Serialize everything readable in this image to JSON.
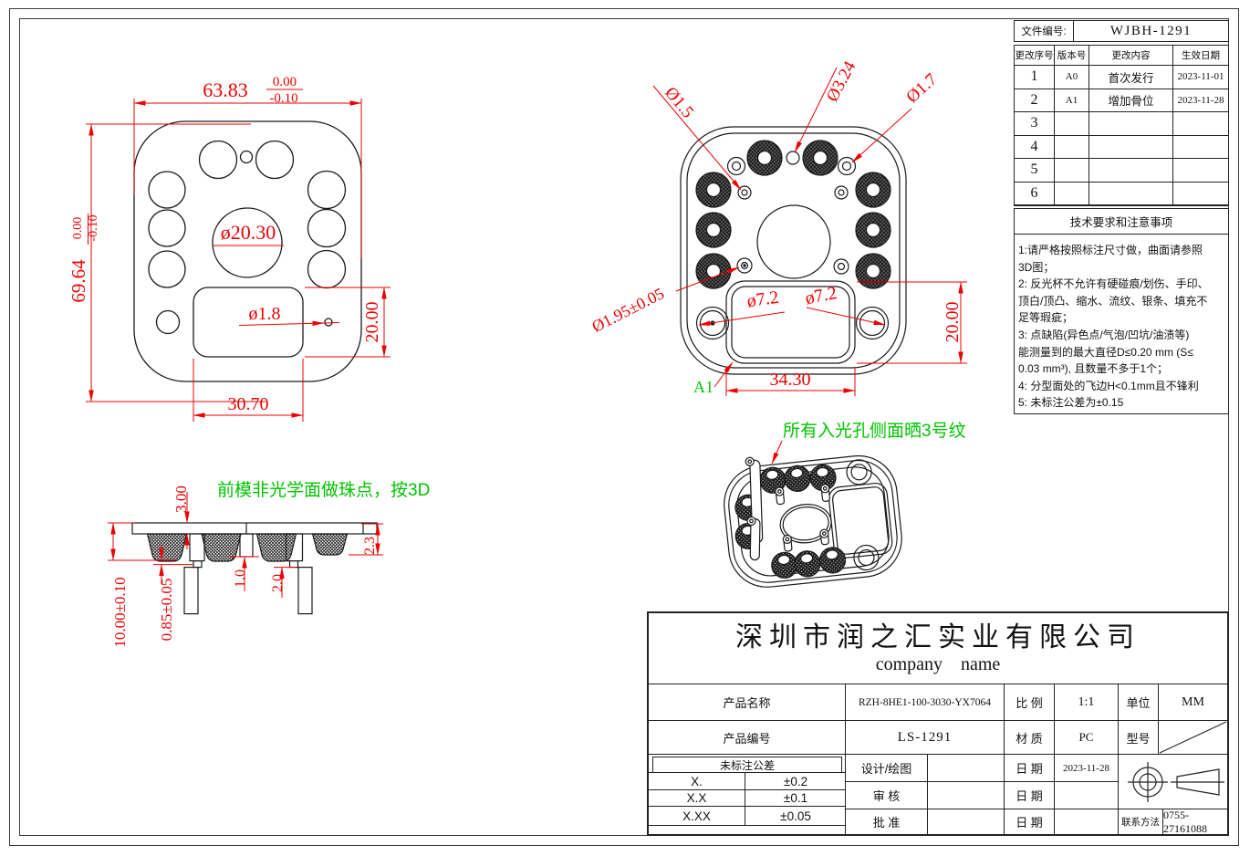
{
  "colors": {
    "line": "#1a1a1a",
    "dimension_red": "#ec0000",
    "annotation_green": "#00c400"
  },
  "doc": {
    "file_label": "文件编号:",
    "file_number": "WJBH-1291",
    "rev": {
      "headers": [
        "更改序号",
        "版本号",
        "更改内容",
        "生效日期"
      ],
      "rows": [
        {
          "no": "1",
          "ver": "A0",
          "content": "首次发行",
          "date": "2023-11-01"
        },
        {
          "no": "2",
          "ver": "A1",
          "content": "增加骨位",
          "date": "2023-11-28"
        },
        {
          "no": "3",
          "ver": "",
          "content": "",
          "date": ""
        },
        {
          "no": "4",
          "ver": "",
          "content": "",
          "date": ""
        },
        {
          "no": "5",
          "ver": "",
          "content": "",
          "date": ""
        },
        {
          "no": "6",
          "ver": "",
          "content": "",
          "date": ""
        }
      ]
    },
    "tech": {
      "title": "技术要求和注意事项",
      "notes": "1:请严格按照标注尺寸做，曲面请参照\n3D图；\n2: 反光杯不允许有硬碰痕/划伤、手印、\n顶白/顶凸、缩水、流纹、银条、填充不\n足等瑕疵；\n3: 点缺陷(异色点/气泡/凹坑/油渍等)\n能测量到的最大直径D≤0.20 mm (S≤\n0.03 mm³),  且数量不多于1个；\n4: 分型面处的飞边H<0.1mm且不锋利\n5: 未标注公差为±0.15"
    }
  },
  "title_block": {
    "company_cn": "深圳市润之汇实业有限公司",
    "company_en": "company    name",
    "product_name_label": "产品名称",
    "product_name": "RZH-8HE1-100-3030-YX7064",
    "scale_label": "比 例",
    "scale": "1:1",
    "unit_label": "单位",
    "unit": "MM",
    "product_no_label": "产品编号",
    "product_no": "LS-1291",
    "material_label": "材 质",
    "material": "PC",
    "model_label": "型号",
    "tol_title": "未标注公差",
    "tol_rows": [
      {
        "k": "X.",
        "v": "±0.2"
      },
      {
        "k": "X.X",
        "v": "±0.1"
      },
      {
        "k": "X.XX",
        "v": "±0.05"
      }
    ],
    "design_label": "设计/绘图",
    "check_label": "审 核",
    "approve_label": "批 准",
    "date_label": "日 期",
    "design_date": "2023-11-28",
    "contact_label": "联系方法",
    "contact": "0755-27161088"
  },
  "annotations": {
    "front_mold": "前模非光学面做珠点，按3D",
    "texture": "所有入光孔侧面晒3号纹",
    "a1": "A1"
  },
  "dims": {
    "front": {
      "width": "63.83",
      "tol_hi": "0.00",
      "tol_lo": "-0.10",
      "height": "69.64",
      "center_dia": "ø20.30",
      "pin_hole": "ø1.8",
      "pocket_w": "30.70",
      "pocket_h": "20.00"
    },
    "back": {
      "d15": "Ø1.5",
      "d324": "Ø3.24",
      "d17": "Ø1.7",
      "d195": "Ø1.95±0.05",
      "d72_left": "ø7.2",
      "d72_right": "ø7.2",
      "pocket_w": "34.30",
      "pocket_h": "20.00"
    },
    "side": {
      "plate": "3.00",
      "total": "10.00±0.10",
      "step": "0.85±0.05",
      "post": "1.0",
      "nub": "2.0",
      "cup": "2.3"
    }
  }
}
